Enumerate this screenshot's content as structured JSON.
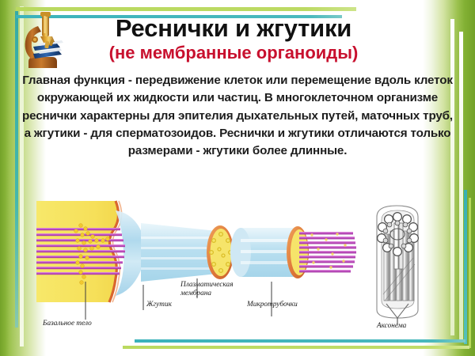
{
  "slide": {
    "title": "Реснички и жгутики",
    "subtitle": "(не мембранные органоиды)",
    "body_text": "Главная функция - передвижение клеток или перемещение вдоль клеток окружающей их жидкости или частиц. В многоклеточном организме реснички характерны для эпителия дыхательных путей, маточных труб, а жгутики - для сперматозоидов. Реснички и жгутики отличаются только размерами - жгутики более длинные."
  },
  "icons": {
    "microscope": "microscope-icon"
  },
  "diagram": {
    "name": "cilium-flagellum-structure-diagram",
    "labels": [
      {
        "id": "basal-body",
        "text": "Базальное тело"
      },
      {
        "id": "flagellum",
        "text": "Жгутик"
      },
      {
        "id": "plasma-membrane",
        "text": "Плазматическая мембрана"
      },
      {
        "id": "microtubules",
        "text": "Микротрубочки"
      },
      {
        "id": "axoneme",
        "text": "Аксонема"
      }
    ]
  },
  "colors": {
    "frame_green": "#85b236",
    "frame_light_green": "#b9d95f",
    "frame_teal": "#3bb3bb",
    "title_black": "#111111",
    "subtitle_red": "#c8102e",
    "body_dark": "#1d1d1d",
    "cell_yellow": "#f5e05a",
    "membrane_orange": "#e07a3c",
    "microtubule_magenta": "#c256c2",
    "flagellum_blue": "#bfe0ef"
  }
}
